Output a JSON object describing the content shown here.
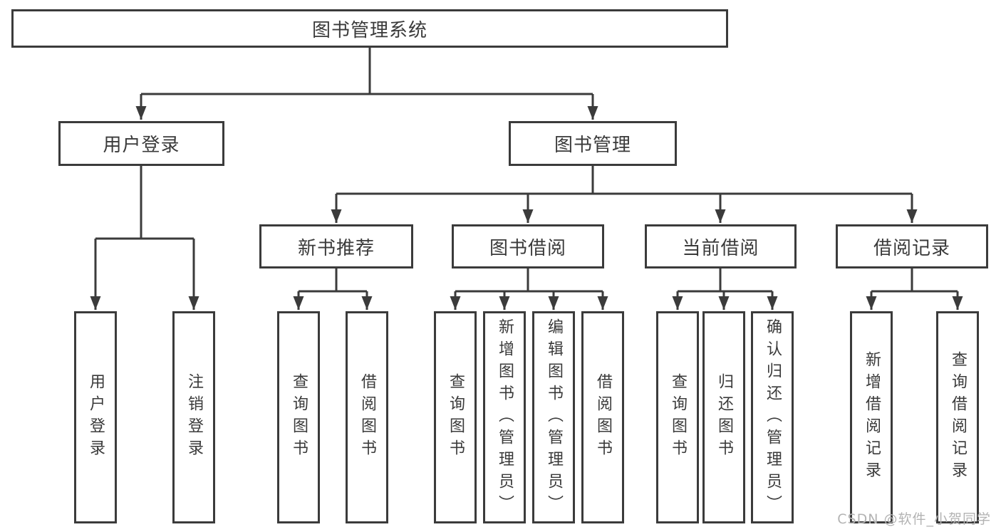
{
  "diagram": {
    "type": "hierarchy-tree",
    "root": {
      "label": "图书管理系统"
    },
    "branches": [
      {
        "label": "用户登录",
        "children": [
          "用户登录",
          "注销登录"
        ]
      },
      {
        "label": "图书管理",
        "modules": [
          {
            "label": "新书推荐",
            "children": [
              "查询图书",
              "借阅图书"
            ]
          },
          {
            "label": "图书借阅",
            "children": [
              "查询图书",
              "新增图书（管理员）",
              "编辑图书（管理员）",
              "借阅图书"
            ]
          },
          {
            "label": "当前借阅",
            "children": [
              "查询图书",
              "归还图书",
              "确认归还（管理员）"
            ]
          },
          {
            "label": "借阅记录",
            "children": [
              "新增借阅记录",
              "查询借阅记录"
            ]
          }
        ]
      }
    ]
  },
  "watermark": {
    "text": "CSDN @软件_小贺同学"
  },
  "colors": {
    "line": "#3b3b3b",
    "box_border": "#3b3b3b",
    "box_fill": "#ffffff",
    "text": "#3a3a3a",
    "watermark": "#b3b3b3",
    "background": "#ffffff"
  }
}
